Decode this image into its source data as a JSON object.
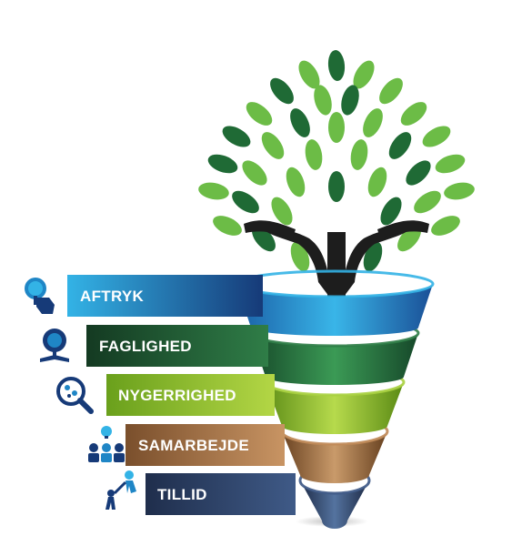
{
  "levels": [
    {
      "label": "AFTRYK",
      "icon": "tree-hand-icon",
      "color": "#1f86c6",
      "color_light": "#33b3e6",
      "color_dark": "#163a78"
    },
    {
      "label": "FAGLIGHED",
      "icon": "tree-book-icon",
      "color": "#1e5c34",
      "color_light": "#2f7d47",
      "color_dark": "#0f2f1b"
    },
    {
      "label": "NYGERRIGHED",
      "icon": "magnifier-icon",
      "color": "#84b528",
      "color_light": "#a8d040",
      "color_dark": "#4f7a12"
    },
    {
      "label": "SAMARBEJDE",
      "icon": "team-idea-icon",
      "color": "#9b6a3f",
      "color_light": "#c08a58",
      "color_dark": "#5a3a1f"
    },
    {
      "label": "TILLID",
      "icon": "climbing-help-icon",
      "color": "#2c3f62",
      "color_light": "#3f5a87",
      "color_dark": "#1a2640"
    }
  ],
  "colors": {
    "leaf_light": "#6cbc46",
    "leaf_dark": "#1f6a35",
    "hands": "#1d1d1d",
    "icon_blue": "#1f86c6",
    "icon_navy": "#163a78"
  }
}
